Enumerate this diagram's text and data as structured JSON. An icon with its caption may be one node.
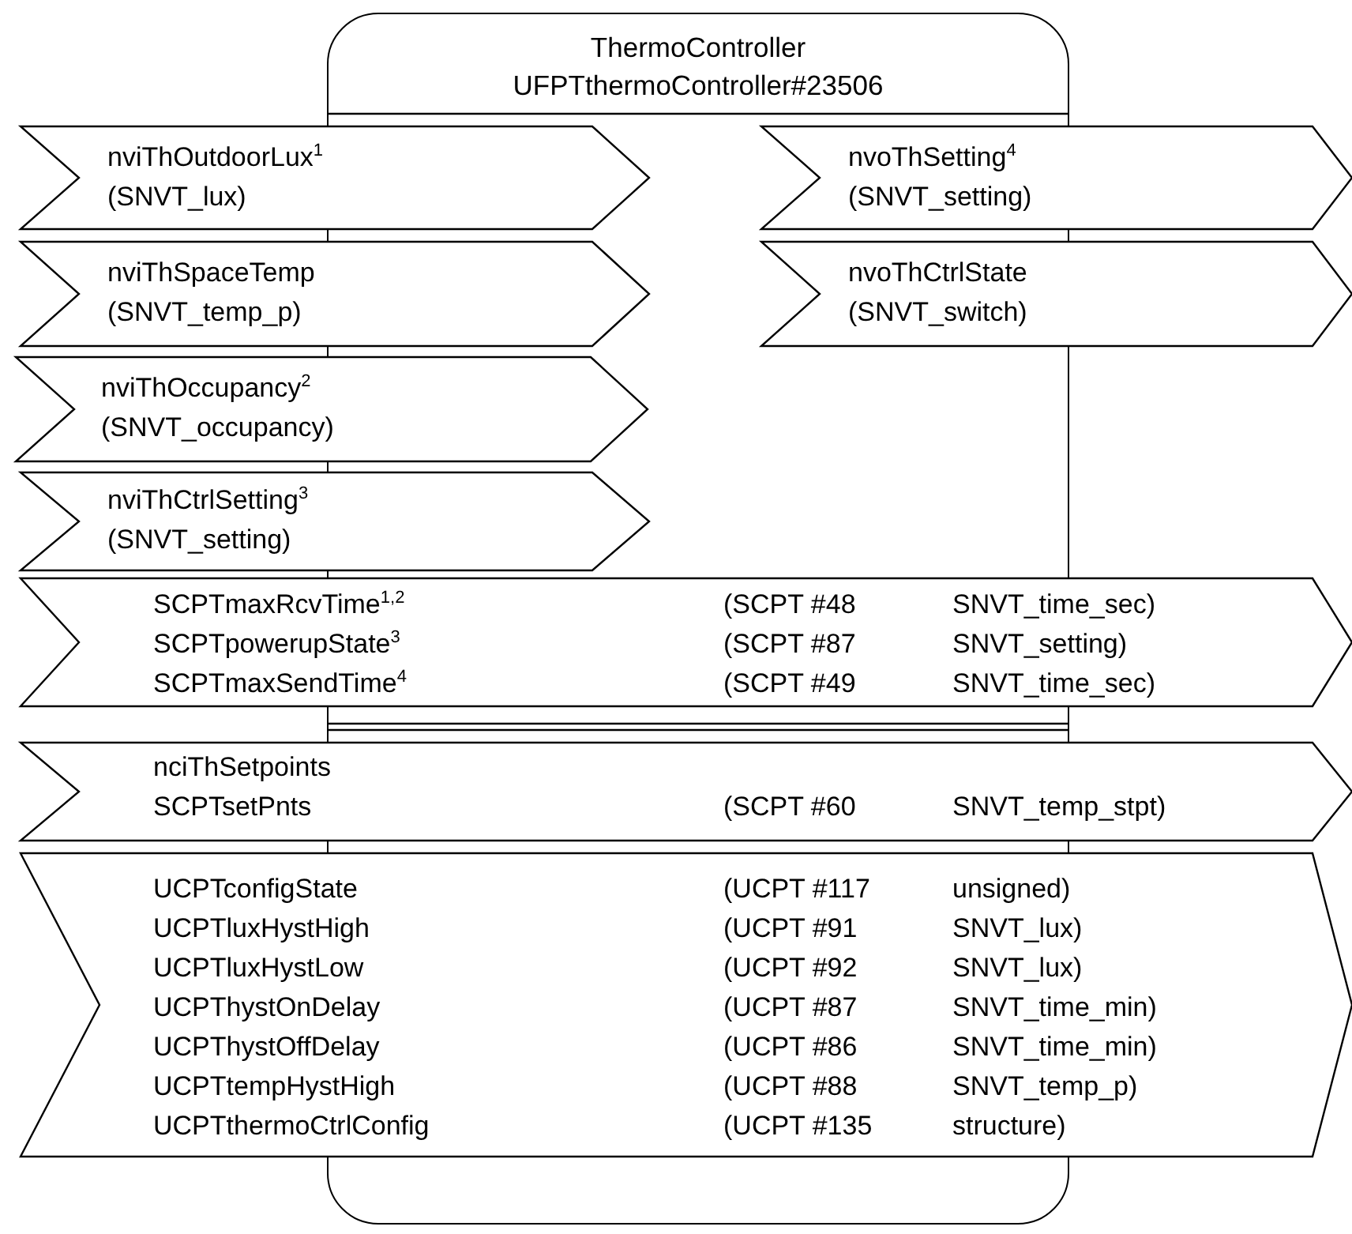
{
  "diagram": {
    "nodes": [
      {
        "text": [
          "ThermoController",
          "UFPTthermoController#23506"
        ]
      },
      {
        "text": [
          "nviThOutdoorLux$^{1}$",
          "(SNVT_lux)"
        ]
      },
      {
        "text": [
          "nvoThSetting$^{4}$",
          "(SNVT_setting)"
        ]
      },
      {
        "text": [
          "nviThSpaceTemp",
          "(SNVT_temp_p)"
        ]
      },
      {
        "text": [
          "nvoThCtrlState",
          "(SNVT_switch)"
        ]
      },
      {
        "text": [
          "nviThOccupancy$^{2}$",
          "(SNVT_occupancy)"
        ]
      },
      {
        "text": [
          "nviThCtrlSetting$^{3}$",
          "(SNVT_setting)"
        ]
      },
      {
        "text": [
          "SCPTmaxRcvTime$^{1,2}$",
          "(SCPT #48",
          "SNVT_time_sec)",
          "SCPTpowerupState$^{3}$",
          "(SCPT #87",
          "SNVT_setting)",
          "SCPTmaxSendTime$^{4}$",
          "(SCPT #49",
          "SNVT_time_sec)"
        ]
      },
      {
        "text": [
          "nciThSetpoints",
          "SCPTsetPnts",
          "(SCPT #60",
          "SNVT_temp_stpt)"
        ]
      },
      {
        "text": [
          "UCPTconfigState",
          "(UCPT #117",
          "unsigned)",
          "UCPTluxHystHigh",
          "(UCPT #91",
          "SNVT_lux)",
          "UCPTluxHystLow",
          "(UCPT #92",
          "SNVT_lux)",
          "UCPThystOnDelay",
          "(UCPT #87",
          "SNVT_time_min)",
          "UCPThystOffDelay",
          "(UCPT #86",
          "SNVT_time_min)",
          "UCPTtempHystHigh",
          "(UCPT #88",
          "SNVT_temp_p)",
          "UCPTthermoCtrlConfig",
          "(UCPT #135",
          "structure)"
        ]
      }
    ],
    "edges": []
  }
}
